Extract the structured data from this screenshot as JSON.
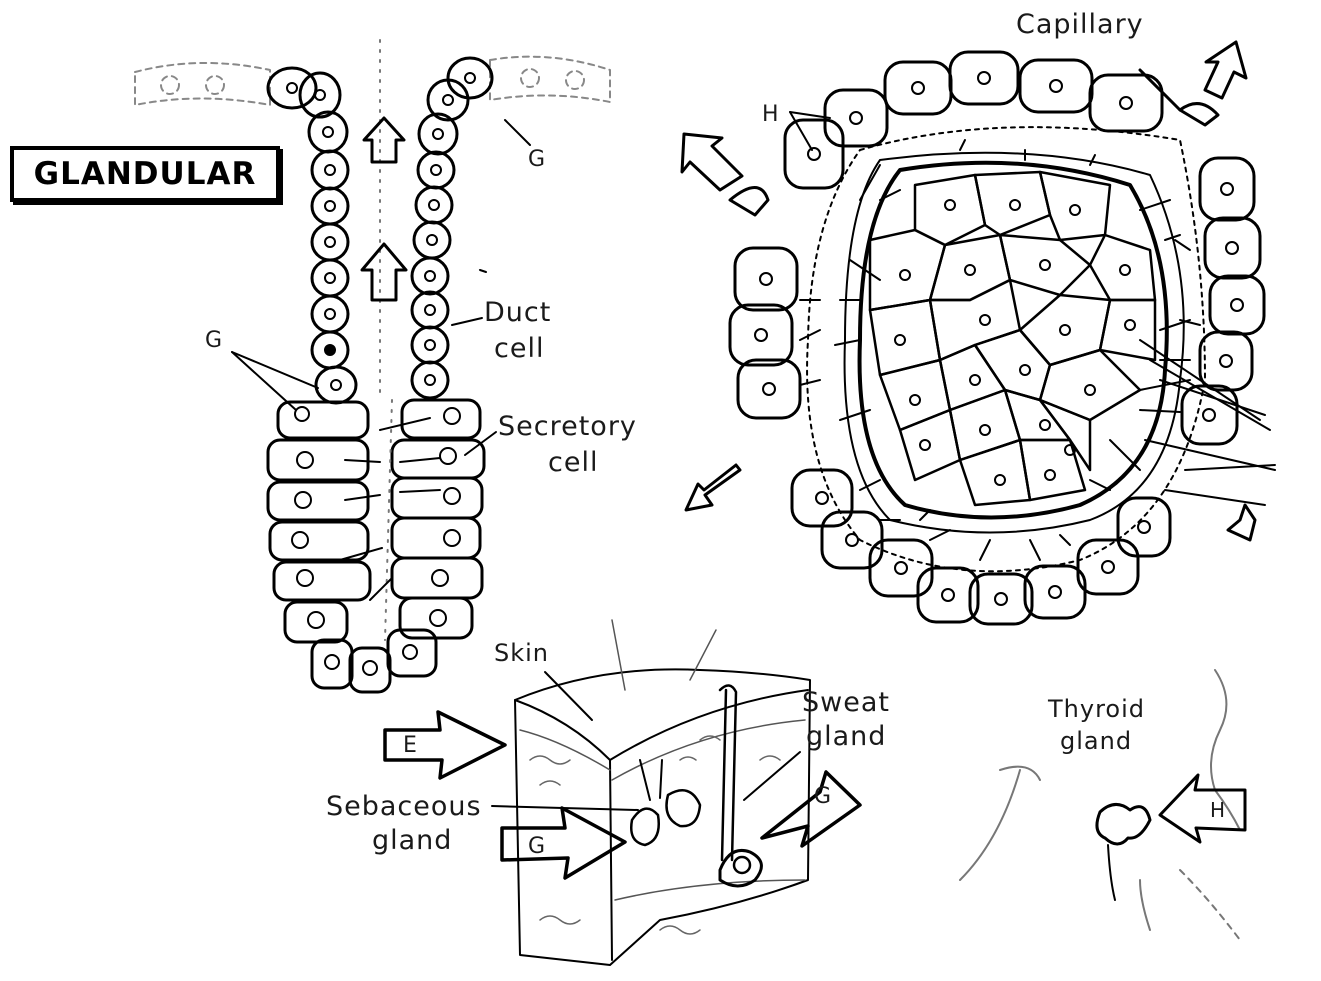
{
  "title": "GLANDULAR",
  "labels": {
    "capillary": "Capillary",
    "h_top": "H",
    "g_top": "G",
    "duct_cell_1": "Duct",
    "duct_cell_2": "cell",
    "g_left": "G",
    "secretory_1": "Secretory",
    "secretory_2": "cell",
    "skin": "Skin",
    "sweat_1": "Sweat",
    "sweat_2": "gland",
    "sebaceous_1": "Sebaceous",
    "sebaceous_2": "gland",
    "thyroid_1": "Thyroid",
    "thyroid_2": "gland",
    "arrow_e": "E",
    "arrow_g_left": "G",
    "arrow_g_right": "G",
    "arrow_h": "H"
  }
}
